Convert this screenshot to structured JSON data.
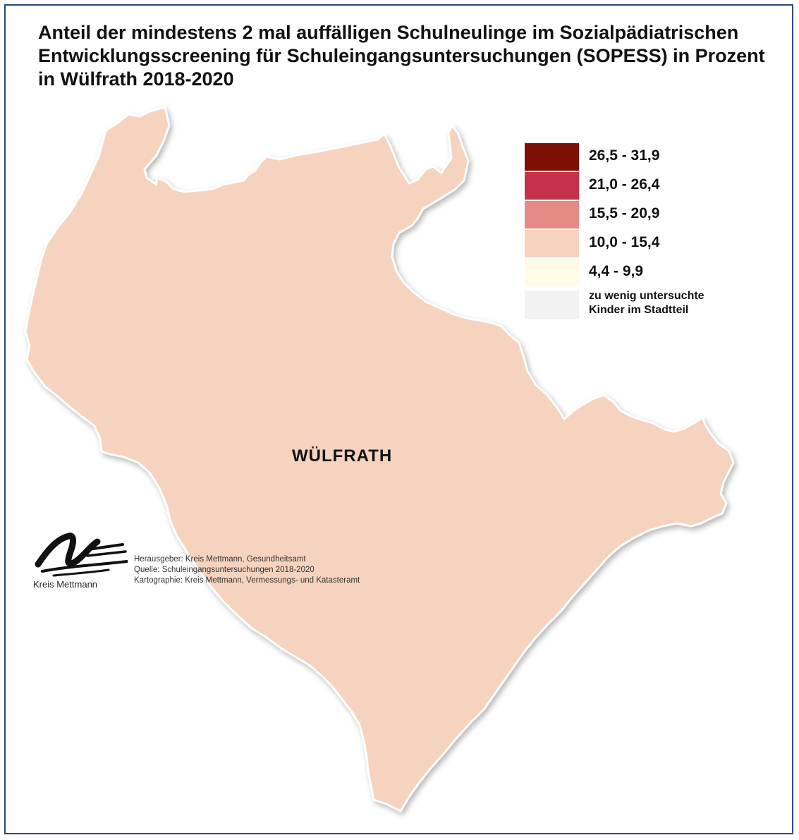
{
  "title": {
    "line1": "Anteil der mindestens 2 mal auffälligen Schulneulinge im Sozialpädiatrischen",
    "line2": "Entwicklungsscreening für Schuleingangsuntersuchungen (SOPESS) in Prozent",
    "line3": "in Wülfrath 2018-2020"
  },
  "legend": {
    "items": [
      {
        "label": "26,5 - 31,9",
        "color": "#7f0f06"
      },
      {
        "label": "21,0 - 26,4",
        "color": "#c6324a"
      },
      {
        "label": "15,5 - 20,9",
        "color": "#e48b86"
      },
      {
        "label": "10,0 - 15,4",
        "color": "#f5d3be"
      },
      {
        "label": "4,4 - 9,9",
        "color": "#fffbe6"
      }
    ],
    "no_data": {
      "line1": "zu wenig untersuchte",
      "line2": "Kinder im Stadtteil",
      "color": "#f2f2f2"
    }
  },
  "map": {
    "district_name": "WÜLFRATH",
    "district_class": "10,0 - 15,4",
    "district_color": "#f5d3be",
    "outline_color": "#ffffff"
  },
  "footer": {
    "logo_text": "Kreis Mettmann",
    "publisher": "Herausgeber: Kreis Mettmann, Gesundheitsamt",
    "source": "Quelle: Schuleingangsuntersuchungen 2018-2020",
    "cartography": "Kartographie: Kreis Mettmann, Vermessungs- und Katasteramt"
  }
}
